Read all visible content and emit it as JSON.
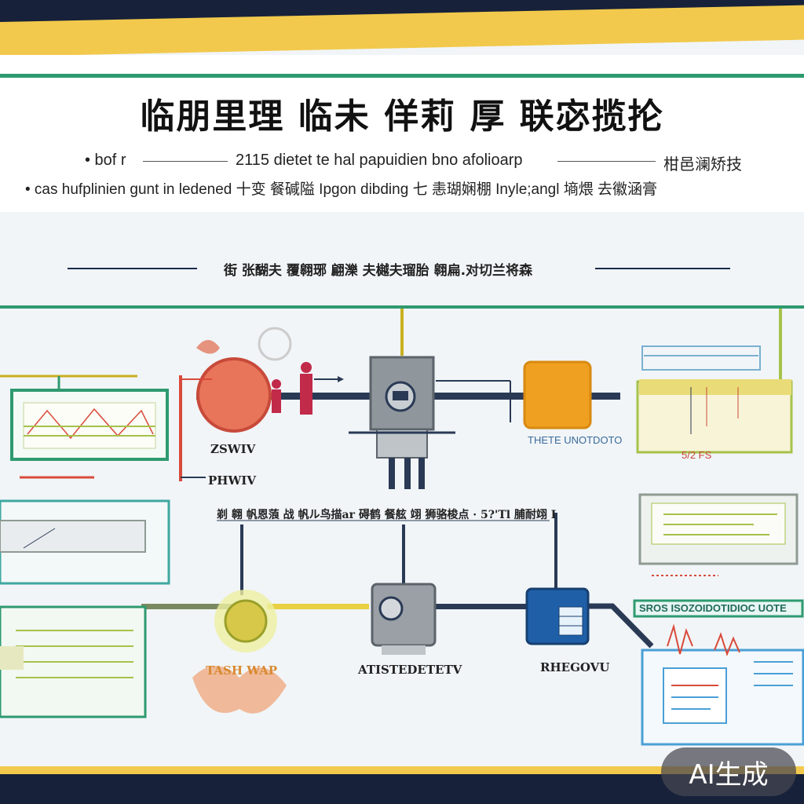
{
  "header": {
    "title": "临朋里理 临未 佯莉 厚 联宓揽抡",
    "line1_left": "• bof r",
    "line1_mid": "2115 dietet te hal papuidien bno afolioarp",
    "line1_right": "柑邑澜矫技",
    "line2": "• cas hufplinien gunt in ledened 十变 餐碱隘 Ipgon dibding 七 恚瑚娴棚 Inyle;angl 墒煨 去徽涵膏",
    "section_title": "街 张醐夫 覆翱琊 翩濼 夫樾夫瑠胎 翱扁.对切兰将森"
  },
  "diagram": {
    "labels": {
      "top_left_unit": "ZSWIV",
      "below_left_unit": "PHWIV",
      "orange_unit": "THETE UNOTDOTO",
      "right_top_unit": "5/2 FS",
      "mid_caption": "剃 翱 帆恩蒗 战 帆ル鸟描ar 碍鹤 餐舷 翊 狮骆梭点 · 5?'Tl 脯耐翊 I",
      "bottom_left_unit": "TASH WAP",
      "bottom_mid_unit": "ATISTEDETETV",
      "bottom_blue_unit": "RHEGOVU",
      "bottom_right_header": "SROS ISOZOIDOTIDIOC UOTE"
    },
    "colors": {
      "pipe": "#2a3a55",
      "green": "#2e9a6f",
      "orange_box": "#f0a020",
      "blue_box": "#1f5fa8",
      "red": "#e05050",
      "yellow": "#e8d040"
    }
  },
  "badge": {
    "text": "AI生成"
  }
}
